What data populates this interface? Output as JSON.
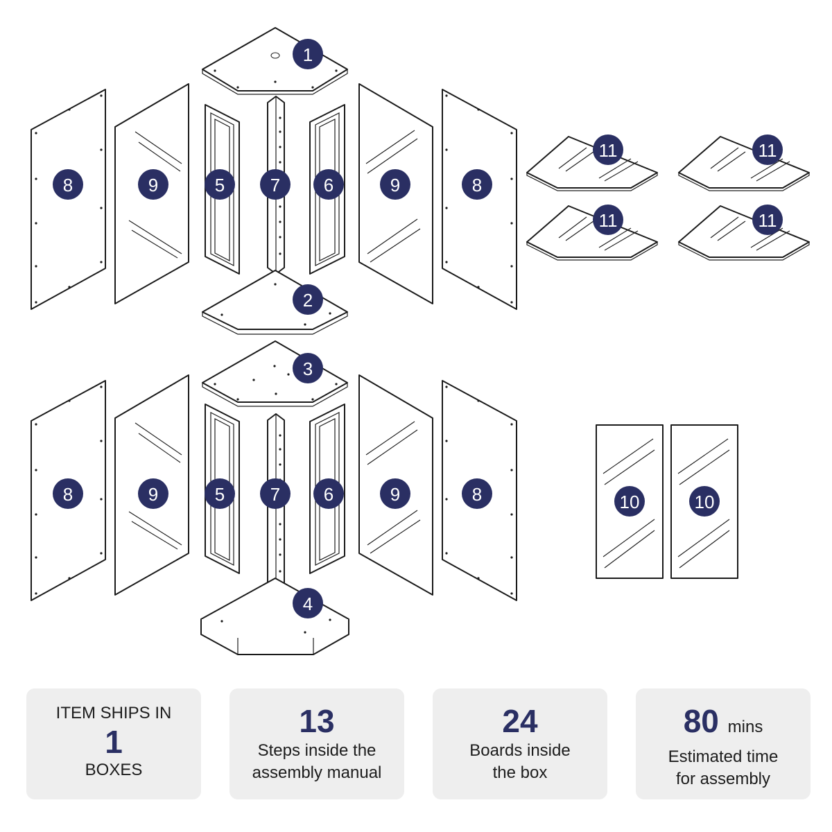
{
  "parts": {
    "labels": [
      "1",
      "2",
      "3",
      "4",
      "5",
      "6",
      "7",
      "8",
      "9",
      "10",
      "11"
    ]
  },
  "stats": [
    {
      "top": "ITEM SHIPS IN",
      "number": "1",
      "bottom": "BOXES"
    },
    {
      "number": "13",
      "line1": "Steps inside the",
      "line2": "assembly manual"
    },
    {
      "number": "24",
      "line1": "Boards inside",
      "line2": "the box"
    },
    {
      "number": "80",
      "unit": "mins",
      "line1": "Estimated time",
      "line2": "for assembly"
    }
  ],
  "colors": {
    "badge": "#2a2f63",
    "panel": "#eeeeee",
    "line": "#1a1a1a"
  }
}
